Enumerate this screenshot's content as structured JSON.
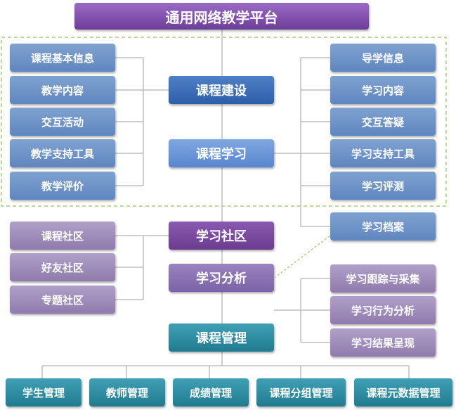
{
  "title": "通用网络教学平台",
  "center": {
    "construction": "课程建设",
    "learning": "课程学习",
    "community": "学习社区",
    "analysis": "学习分析",
    "management": "课程管理"
  },
  "left_construction": [
    "课程基本信息",
    "教学内容",
    "交互活动",
    "教学支持工具",
    "教学评价"
  ],
  "right_learning": [
    "导学信息",
    "学习内容",
    "交互答疑",
    "学习支持工具",
    "学习评测",
    "学习档案"
  ],
  "left_community": [
    "课程社区",
    "好友社区",
    "专题社区"
  ],
  "right_analysis": [
    "学习跟踪与采集",
    "学习行为分析",
    "学习结果呈现"
  ],
  "bottom_management": [
    "学生管理",
    "教师管理",
    "成绩管理",
    "课程分组管理",
    "课程元数据管理"
  ],
  "colors": {
    "title": "#7a4aa8",
    "construction": "#2d5ea8",
    "learning": "#5887cf",
    "community": "#6a3b8e",
    "analysis": "#7a62a6",
    "management": "#217b90",
    "side_blue": "#6f93c6",
    "side_violet": "#9a86b8",
    "dashed_border": "#a9cf7a"
  }
}
